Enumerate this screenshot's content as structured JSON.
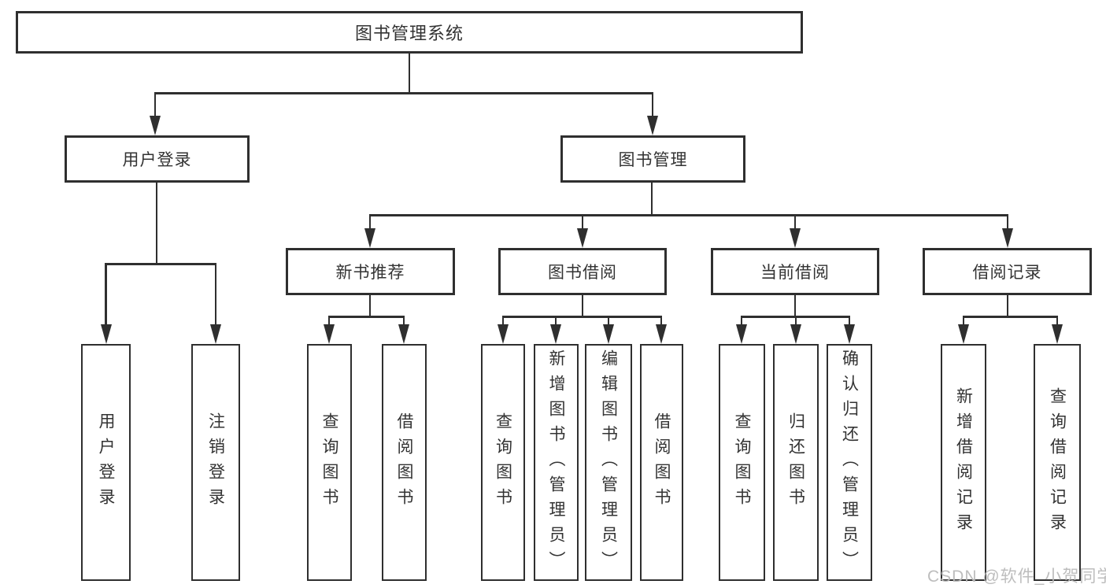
{
  "diagram": {
    "root": {
      "label": "图书管理系统"
    },
    "level2": [
      {
        "label": "用户登录"
      },
      {
        "label": "图书管理"
      }
    ],
    "level3": [
      {
        "label": "新书推荐"
      },
      {
        "label": "图书借阅"
      },
      {
        "label": "当前借阅"
      },
      {
        "label": "借阅记录"
      }
    ],
    "leaves": {
      "user_login": [
        {
          "label": "用户登录"
        },
        {
          "label": "注销登录"
        }
      ],
      "new_book": [
        {
          "label": "查询图书"
        },
        {
          "label": "借阅图书"
        }
      ],
      "book_borrow": [
        {
          "label": "查询图书"
        },
        {
          "label": "新增图书（管理员）"
        },
        {
          "label": "编辑图书（管理员）"
        },
        {
          "label": "借阅图书"
        }
      ],
      "current_borrow": [
        {
          "label": "查询图书"
        },
        {
          "label": "归还图书"
        },
        {
          "label": "确认归还（管理员）"
        }
      ],
      "borrow_records": [
        {
          "label": "新增借阅记录"
        },
        {
          "label": "查询借阅记录"
        }
      ]
    }
  },
  "watermark": {
    "text": "CSDN @软件_小贺同学"
  },
  "colors": {
    "line": "#2f2f2f",
    "text": "#333333",
    "background": "#ffffff",
    "watermark": "#b9b9b9"
  }
}
